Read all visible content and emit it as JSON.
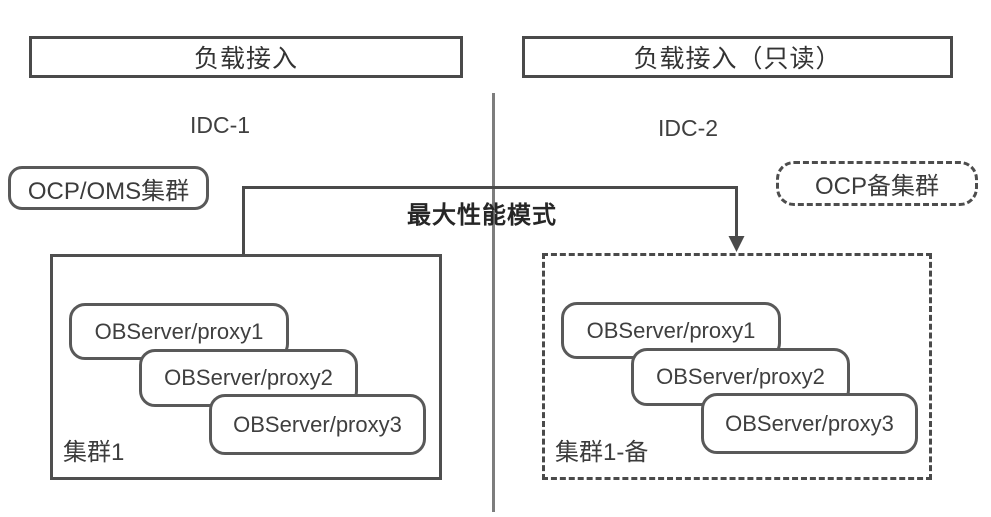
{
  "headers": {
    "left": "负载接入",
    "right": "负载接入（只读）"
  },
  "idc": {
    "left": "IDC-1",
    "right": "IDC-2"
  },
  "ocp": {
    "primary": "OCP/OMS集群",
    "standby": "OCP备集群"
  },
  "mode_label": "最大性能模式",
  "clusters": {
    "primary": {
      "label": "集群1",
      "nodes": [
        "OBServer/proxy1",
        "OBServer/proxy2",
        "OBServer/proxy3"
      ]
    },
    "standby": {
      "label": "集群1-备",
      "nodes": [
        "OBServer/proxy1",
        "OBServer/proxy2",
        "OBServer/proxy3"
      ]
    }
  },
  "colors": {
    "line": "#4d4d4d",
    "border": "#595959",
    "text": "#3c3c3c",
    "divider": "#7d7d7d",
    "background": "#ffffff"
  }
}
